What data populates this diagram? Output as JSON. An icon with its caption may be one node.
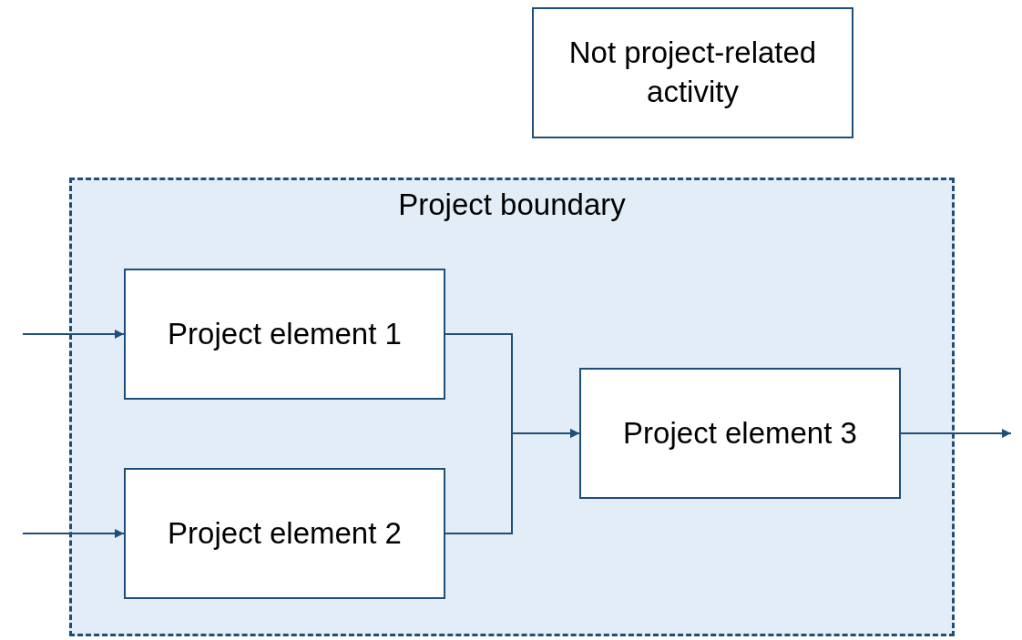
{
  "diagram": {
    "nodes": [
      {
        "text": [
          "Not project-related activity"
        ]
      },
      {
        "text": [
          "Project boundary"
        ]
      },
      {
        "text": [
          "Project element 1"
        ],
        "in": 1
      },
      {
        "text": [
          "Project element 2"
        ],
        "in": 1
      },
      {
        "text": [
          "Project element 3"
        ],
        "in": 1
      }
    ],
    "edges": [
      {
        "from": null,
        "to": 2,
        "arrow": "to"
      },
      {
        "from": null,
        "to": 3,
        "arrow": "to"
      },
      {
        "from": 2,
        "to": 4,
        "arrow": "to"
      },
      {
        "from": 3,
        "to": 4,
        "arrow": "to"
      },
      {
        "from": 4,
        "to": null,
        "arrow": "to"
      }
    ]
  }
}
